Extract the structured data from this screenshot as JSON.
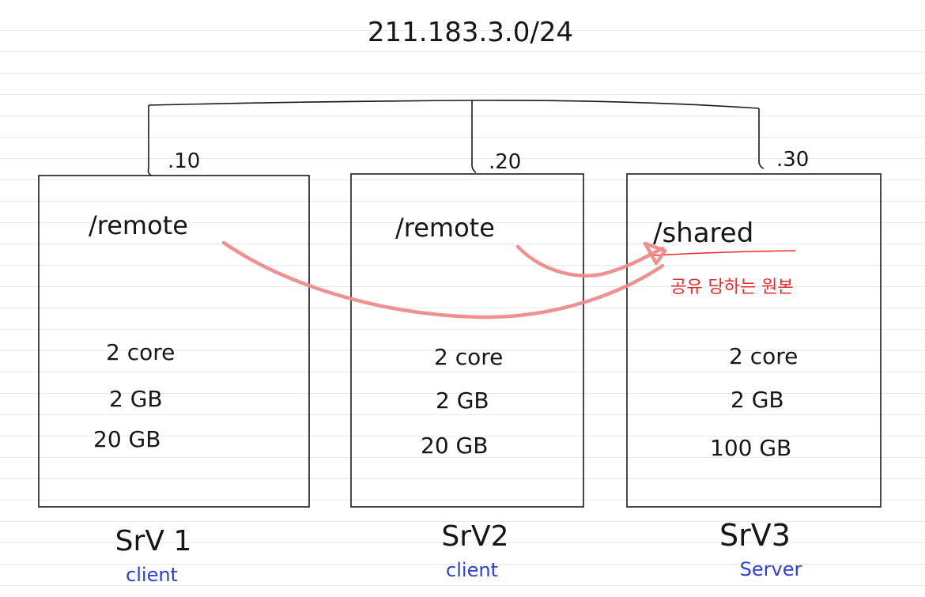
{
  "network": "211.183.3.0/24",
  "nodes": [
    {
      "id": "srv1",
      "ip_suffix": ".10",
      "mount": "/remote",
      "cpu": "2 core",
      "ram": "2 GB",
      "disk": "20 GB",
      "name": "SrV 1",
      "role": "client"
    },
    {
      "id": "srv2",
      "ip_suffix": ".20",
      "mount": "/remote",
      "cpu": "2 core",
      "ram": "2 GB",
      "disk": "20 GB",
      "name": "SrV2",
      "role": "client"
    },
    {
      "id": "srv3",
      "ip_suffix": ".30",
      "mount": "/shared",
      "cpu": "2 core",
      "ram": "2 GB",
      "disk": "100 GB",
      "name": "SrV3",
      "role": "Server"
    }
  ],
  "annotation": "공유 당하는 원본",
  "colors": {
    "ink": "#161616",
    "role_text": "#2b3fe0",
    "annotation": "#ea2b2b",
    "arrows": "#f08a8a",
    "ruled_lines": "#e9e9e9"
  }
}
